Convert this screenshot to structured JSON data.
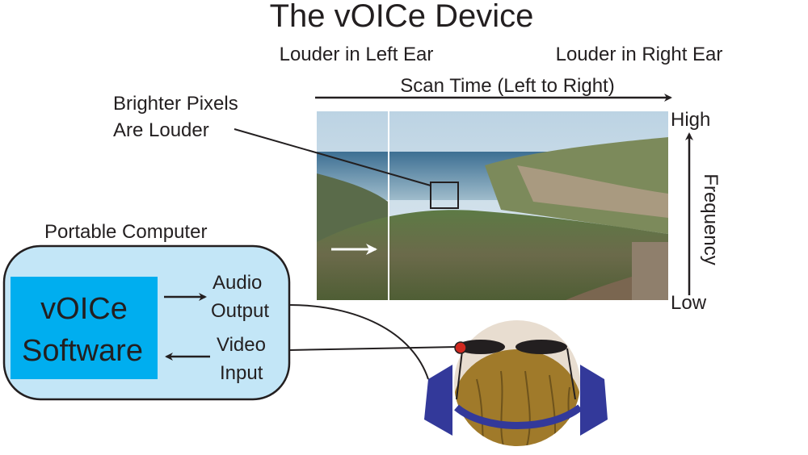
{
  "title": "The vOICe Device",
  "labels": {
    "louder_left": "Louder in Left Ear",
    "louder_right": "Louder in Right Ear",
    "scan_time": "Scan Time (Left to Right)",
    "brighter_line1": "Brighter Pixels",
    "brighter_line2": "Are Louder",
    "high": "High",
    "low": "Low",
    "frequency": "Frequency"
  },
  "computer": {
    "label": "Portable Computer",
    "software_line1": "vOICe",
    "software_line2": "Software",
    "audio_line1": "Audio",
    "audio_line2": "Output",
    "video_line1": "Video",
    "video_line2": "Input"
  },
  "colors": {
    "computer_fill": "#c3e6f7",
    "software_fill": "#00aeef",
    "headband": "#33399a",
    "hair": "#a07a2a",
    "camera": "#d0281f"
  }
}
